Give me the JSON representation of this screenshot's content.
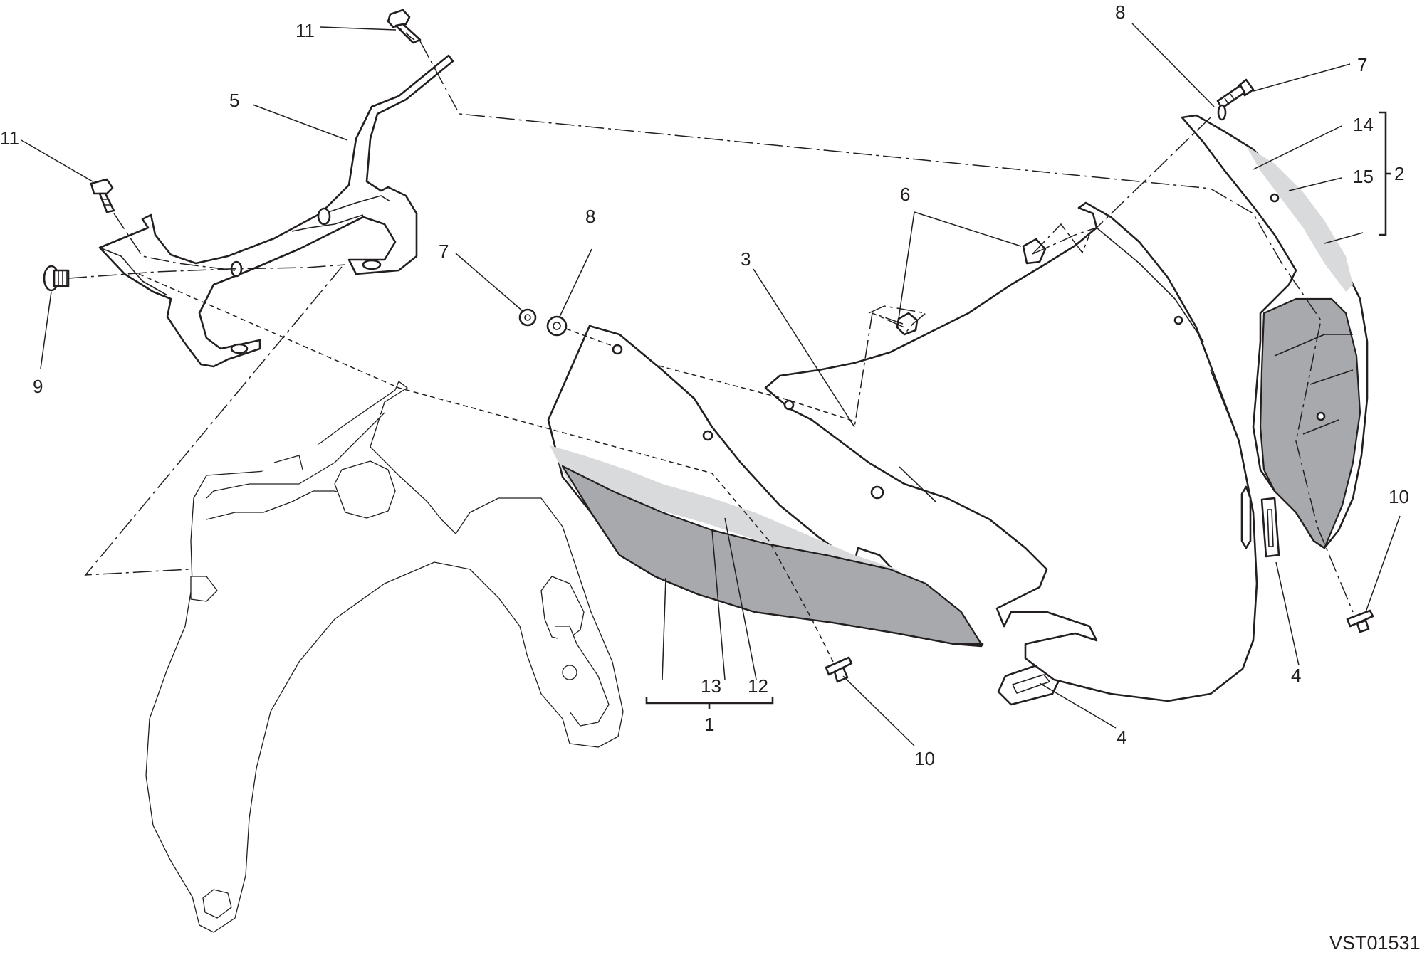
{
  "diagram": {
    "drawing_code": "VST01531",
    "callouts": [
      {
        "id": "c1",
        "text": "1"
      },
      {
        "id": "c2",
        "text": "2"
      },
      {
        "id": "c3",
        "text": "3"
      },
      {
        "id": "c4a",
        "text": "4"
      },
      {
        "id": "c4b",
        "text": "4"
      },
      {
        "id": "c5",
        "text": "5"
      },
      {
        "id": "c6",
        "text": "6"
      },
      {
        "id": "c7a",
        "text": "7"
      },
      {
        "id": "c7b",
        "text": "7"
      },
      {
        "id": "c8a",
        "text": "8"
      },
      {
        "id": "c8b",
        "text": "8"
      },
      {
        "id": "c9",
        "text": "9"
      },
      {
        "id": "c10a",
        "text": "10"
      },
      {
        "id": "c10b",
        "text": "10"
      },
      {
        "id": "c11a",
        "text": "11"
      },
      {
        "id": "c11b",
        "text": "11"
      },
      {
        "id": "c12",
        "text": "12"
      },
      {
        "id": "c13",
        "text": "13"
      },
      {
        "id": "c14",
        "text": "14"
      },
      {
        "id": "c15",
        "text": "15"
      }
    ]
  }
}
